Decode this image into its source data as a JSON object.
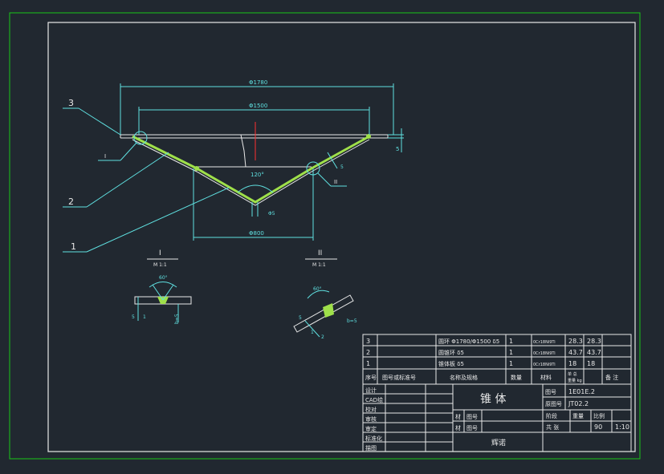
{
  "drawing": {
    "dim_outer": "Φ1780",
    "dim_inner": "Φ1500",
    "dim_bottom": "Φ800",
    "dim_angle": "120°",
    "dim_small": "Φ5",
    "dim_thick": "5",
    "dim_tilt": "5",
    "callouts": [
      "3",
      "2",
      "1"
    ],
    "detail_marks": [
      "I",
      "II"
    ]
  },
  "details": {
    "d1": {
      "title": "I",
      "scale": "M 1:1",
      "angle": "60°",
      "dim_left": "5",
      "dim_mid": "1",
      "dim_right": "b=5"
    },
    "d2": {
      "title": "II",
      "scale": "M 1:1",
      "angle": "60°",
      "dim_a": "1",
      "dim_b": "2",
      "dim_c": "b=5",
      "dim_d": "5"
    }
  },
  "bom": {
    "rows": [
      {
        "no": "3",
        "code": "",
        "name": "圆环 Φ1780/Φ1500 δ5",
        "qty": "1",
        "material": "0Cr18Ni9Ti",
        "w1": "28.3",
        "w2": "28.3",
        "note": ""
      },
      {
        "no": "2",
        "code": "",
        "name": "圆锥环 δ5",
        "qty": "1",
        "material": "0Cr18Ni9Ti",
        "w1": "43.7",
        "w2": "43.7",
        "note": ""
      },
      {
        "no": "1",
        "code": "",
        "name": "锥体板 δ5",
        "qty": "1",
        "material": "0Cr18Ni9Ti",
        "w1": "18",
        "w2": "18",
        "note": ""
      }
    ],
    "header": {
      "no": "序号",
      "code": "图号或标准号",
      "name": "名称及规格",
      "qty": "数量",
      "material": "材料",
      "w_top": "单 总",
      "w_sub": "重量 kg",
      "note": "备 注"
    }
  },
  "titleblock": {
    "left_labels": [
      "设计",
      "CAD绘",
      "校对",
      "审核",
      "审定",
      "标准化",
      "描图"
    ],
    "name": "锥 体",
    "drawing_no_label": "图号",
    "drawing_no": "1E01E.2",
    "ref_label": "原图号",
    "ref_no": "JT02.2",
    "sub_labels": [
      "材",
      "图号",
      "材",
      "图号"
    ],
    "stage_label": "阶段",
    "weight_label": "重量",
    "scale_label": "比例",
    "total_label": "共  张",
    "weight_value": "90",
    "scale_value": "1:10",
    "company": "辉诺"
  },
  "colors": {
    "background": "#212830",
    "sheet_border": "#19c619",
    "line": "#e8e8e8",
    "dim": "#5fe0e0",
    "weld": "#9fe04a",
    "center": "#ff3030"
  }
}
